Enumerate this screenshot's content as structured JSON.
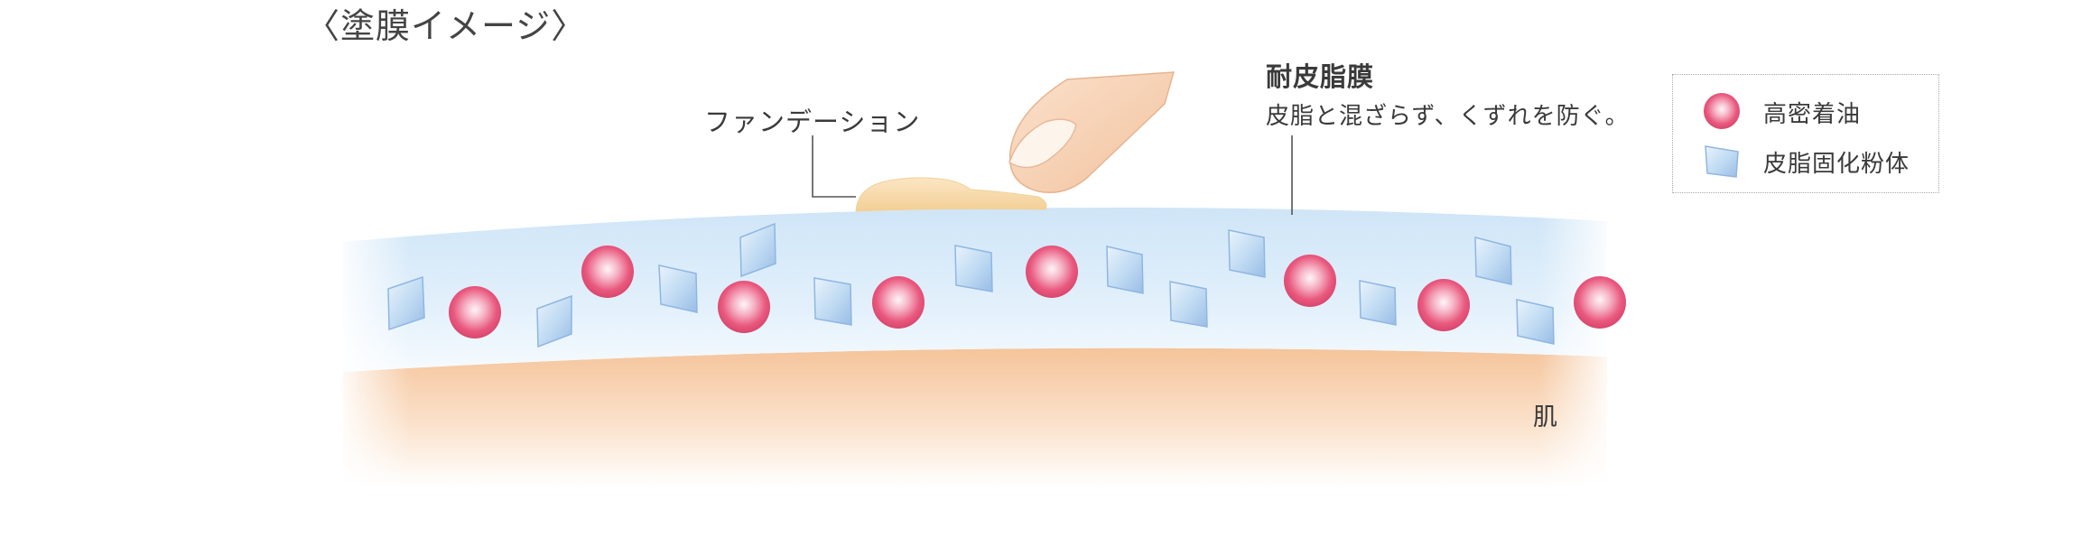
{
  "title": "〈塗膜イメージ〉",
  "labels": {
    "foundation": "ファンデーション",
    "barrier_title": "耐皮脂膜",
    "barrier_desc": "皮脂と混ざらず、くずれを防ぐ。",
    "skin": "肌"
  },
  "legend": [
    {
      "symbol": "pink-sphere",
      "label": "高密着油"
    },
    {
      "symbol": "blue-diamond",
      "label": "皮脂固化粉体"
    }
  ],
  "colors": {
    "oil_sphere": "#e8557a",
    "powder_particle": "#a9c8ea",
    "barrier_film": "#cfe5f7",
    "skin": "#f6c9a0",
    "foundation": "#f7dcaa"
  }
}
